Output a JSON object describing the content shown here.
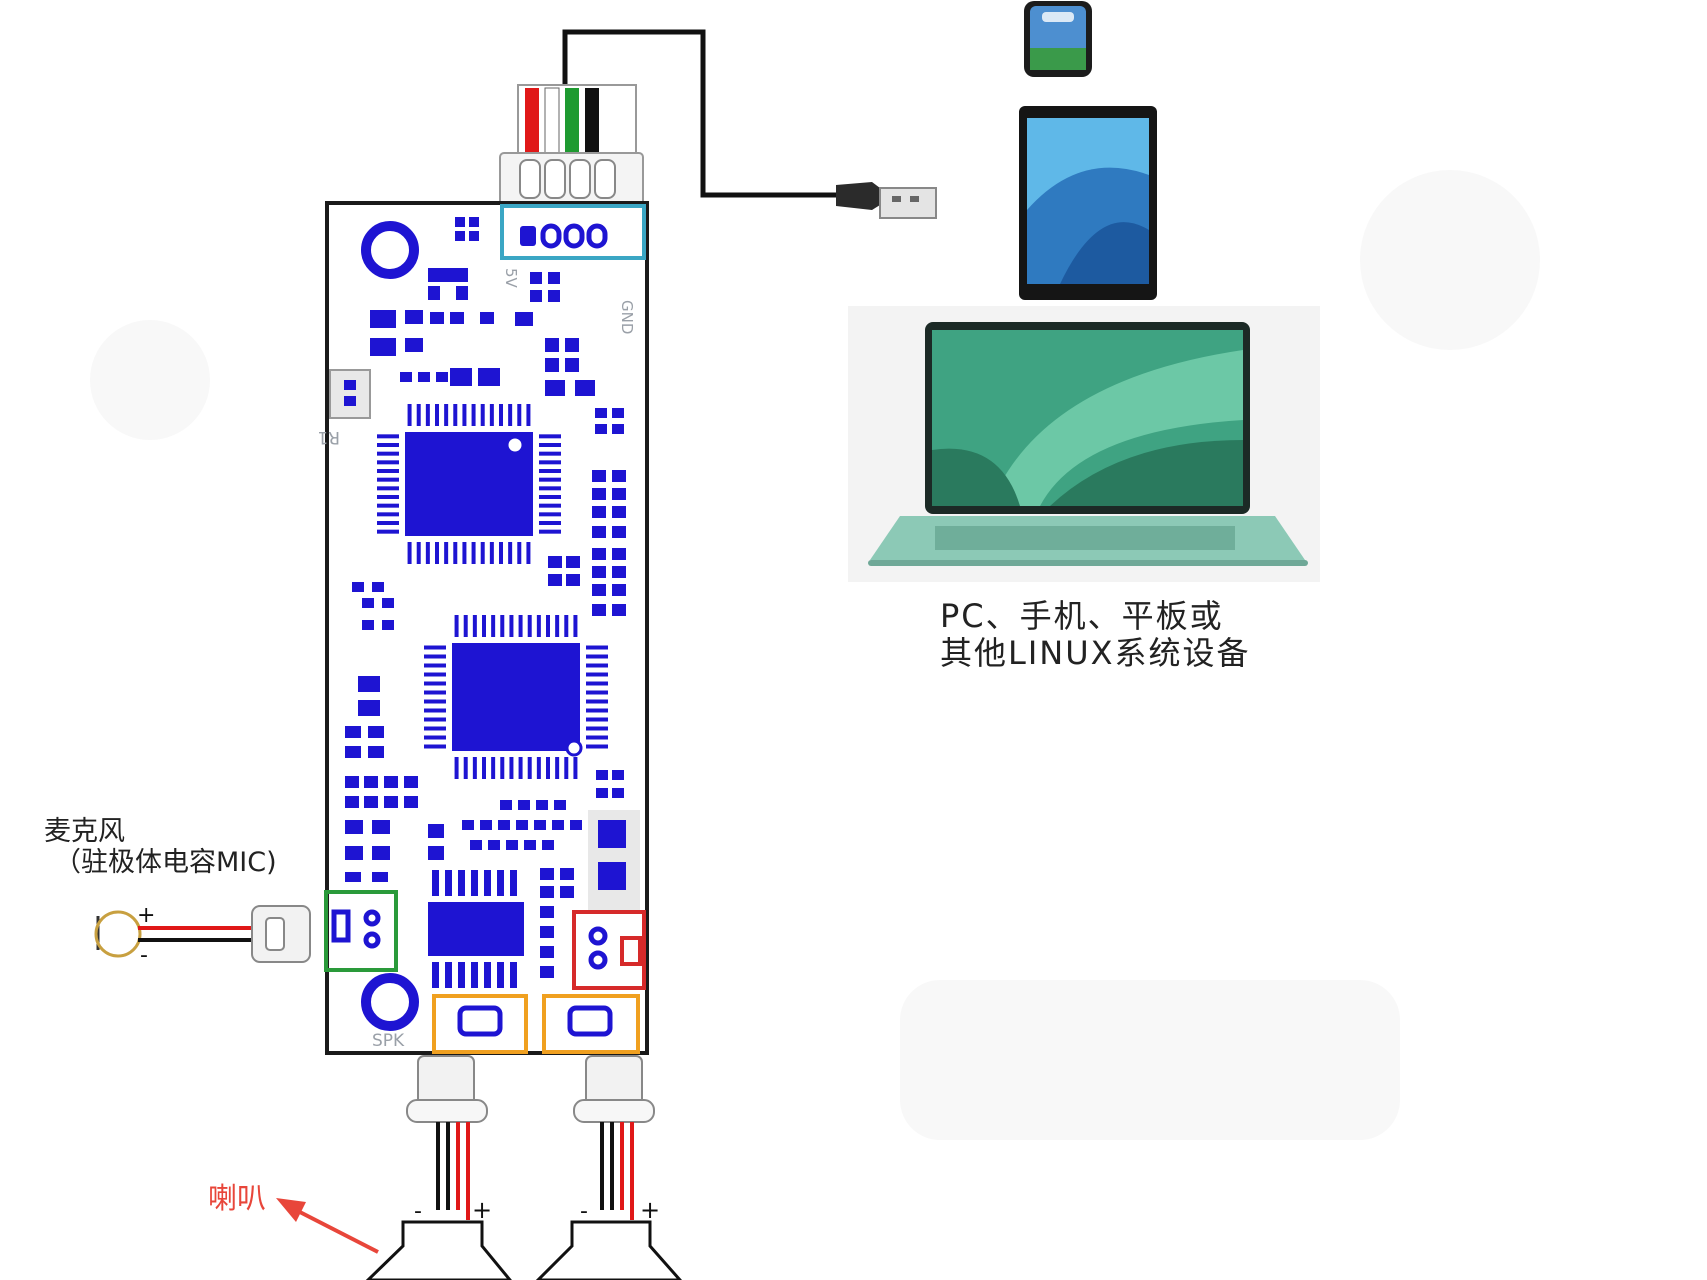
{
  "board": {
    "silk_5v": "5V",
    "silk_gnd": "GND",
    "silk_r1": "R1",
    "silk_spk": "SPK"
  },
  "devices": {
    "caption_line1": "PC、手机、平板或",
    "caption_line2": "其他LINUX系统设备"
  },
  "microphone": {
    "caption_line1": "麦克风",
    "caption_line2": "（驻极体电容MIC)",
    "plus": "+",
    "minus": "-"
  },
  "speakers": {
    "caption": "喇叭",
    "plus": "+",
    "minus": "-"
  },
  "colors": {
    "pad_blue": "#1e14d2",
    "usb_header_frame": "#3aa6c4",
    "mic_header_frame": "#2a9a3a",
    "aux_header_frame": "#d62a2a",
    "speaker_header_frame": "#f0a020",
    "annotation_red": "#e8463a"
  }
}
